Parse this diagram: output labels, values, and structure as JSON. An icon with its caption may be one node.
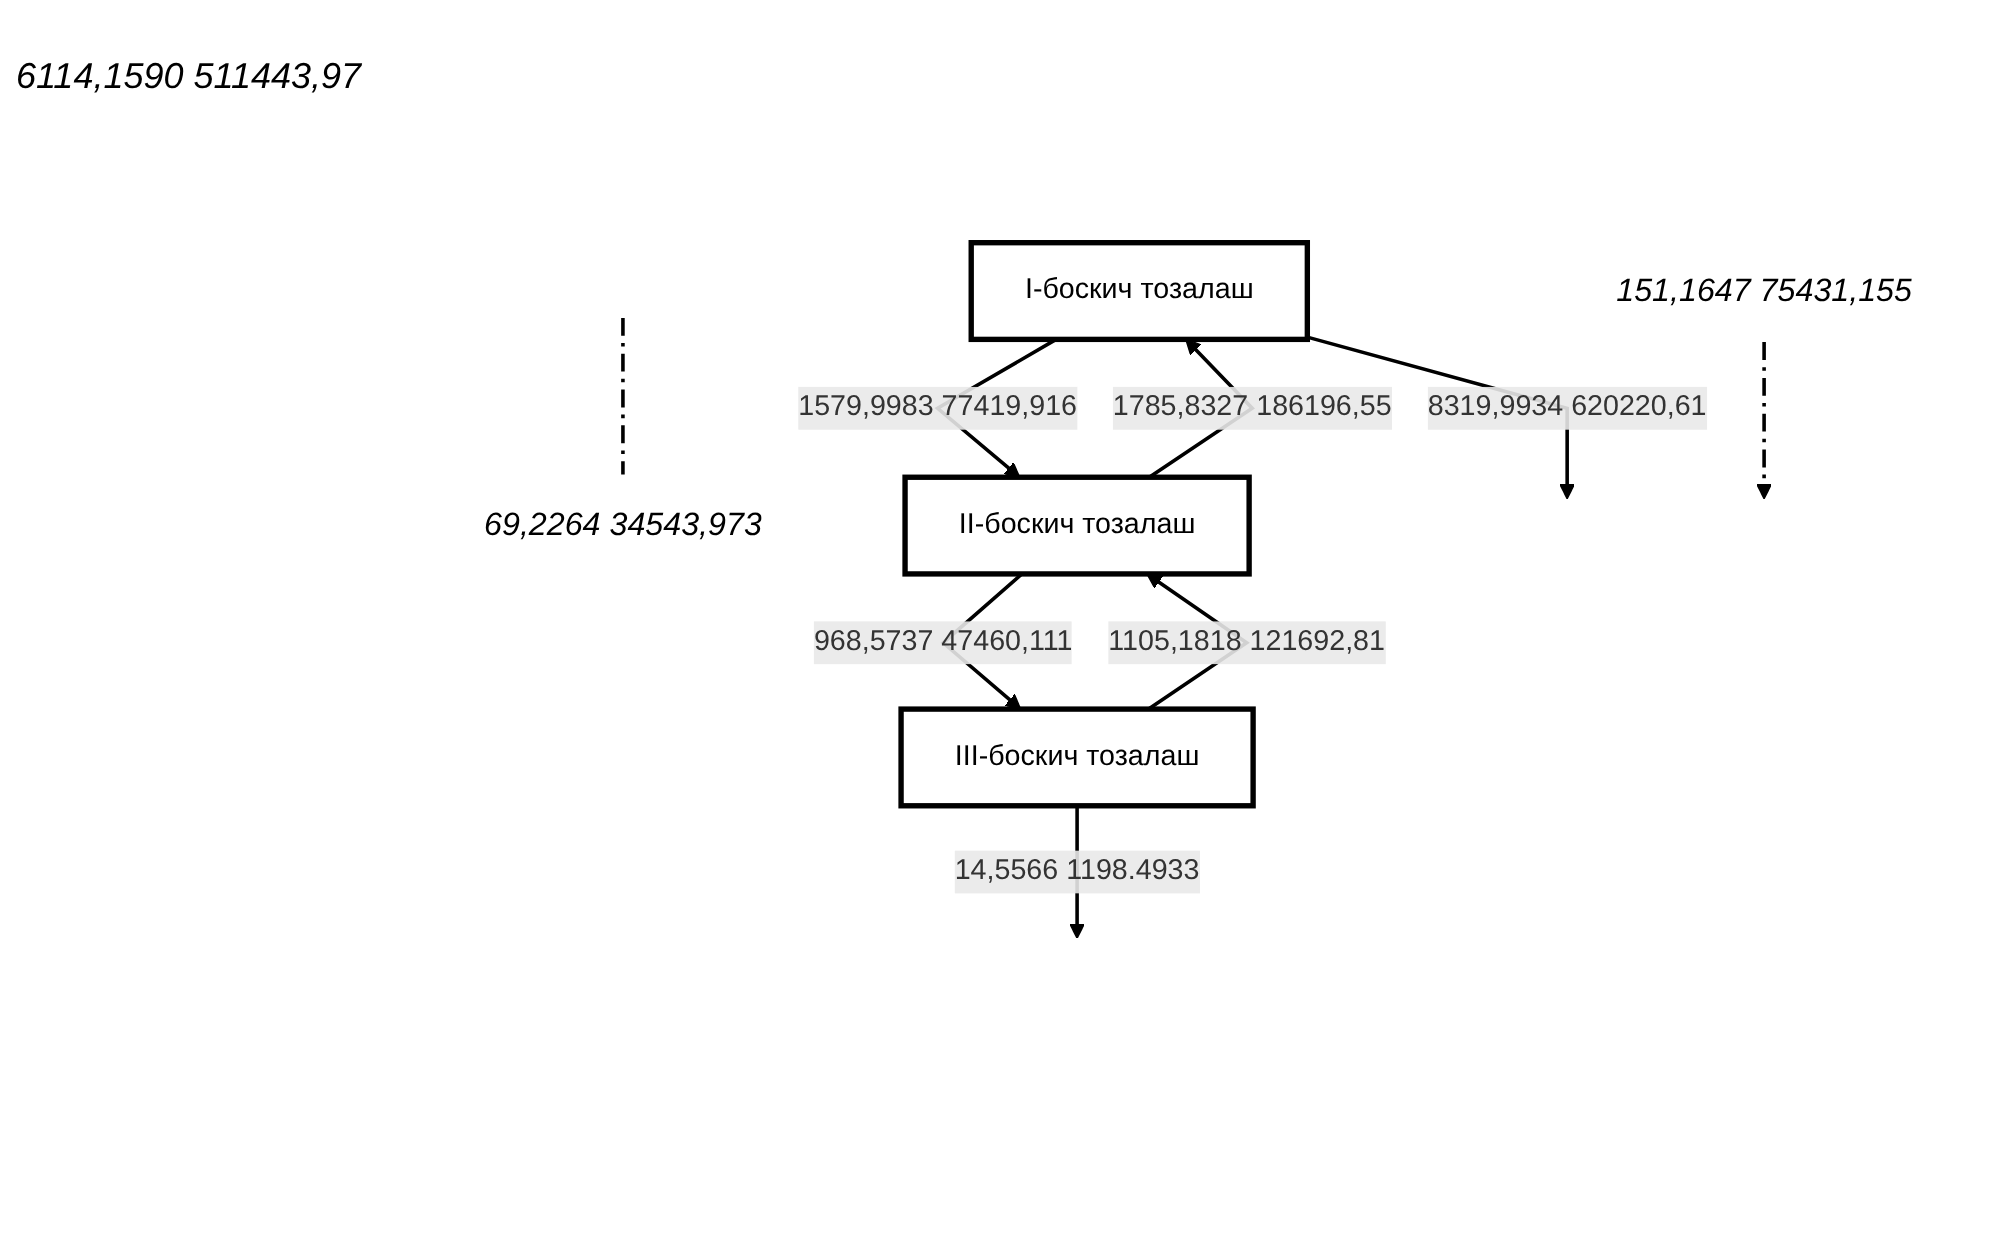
{
  "diagram": {
    "nodes": [
      {
        "text": [
          "I-боскич тозалаш"
        ]
      },
      {
        "text": [
          "69,2264 34543,973"
        ]
      },
      {
        "text": [
          "II-боскич тозалаш"
        ]
      },
      {
        "text": [
          "151,1647 75431,155"
        ]
      },
      {
        "text": [
          "III-боскич тозалаш"
        ]
      }
    ],
    "edges": [
      {
        "from": 2,
        "to": 0,
        "arrow": "to",
        "label": "1785,8327 186196,55"
      },
      {
        "from": 0,
        "to": null,
        "arrow": "to",
        "label": "8319,9934 620220,61"
      },
      {
        "from": 0,
        "to": 2,
        "arrow": "to",
        "label": "1579,9983 77419,916"
      },
      {
        "from": null,
        "to": 1,
        "arrow": "none",
        "style": "dashed"
      },
      {
        "from": 2,
        "to": 4,
        "arrow": "to",
        "label": "968,5737 47460,111"
      },
      {
        "from": 3,
        "to": null,
        "arrow": "to",
        "style": "dashed"
      },
      {
        "from": 4,
        "to": 2,
        "arrow": "to",
        "label": "1105,1818 121692,81"
      },
      {
        "from": 4,
        "to": null,
        "arrow": "to",
        "label": "14,5566 1198.4933"
      }
    ],
    "labels": [
      "6114,1590 511443,97"
    ]
  }
}
